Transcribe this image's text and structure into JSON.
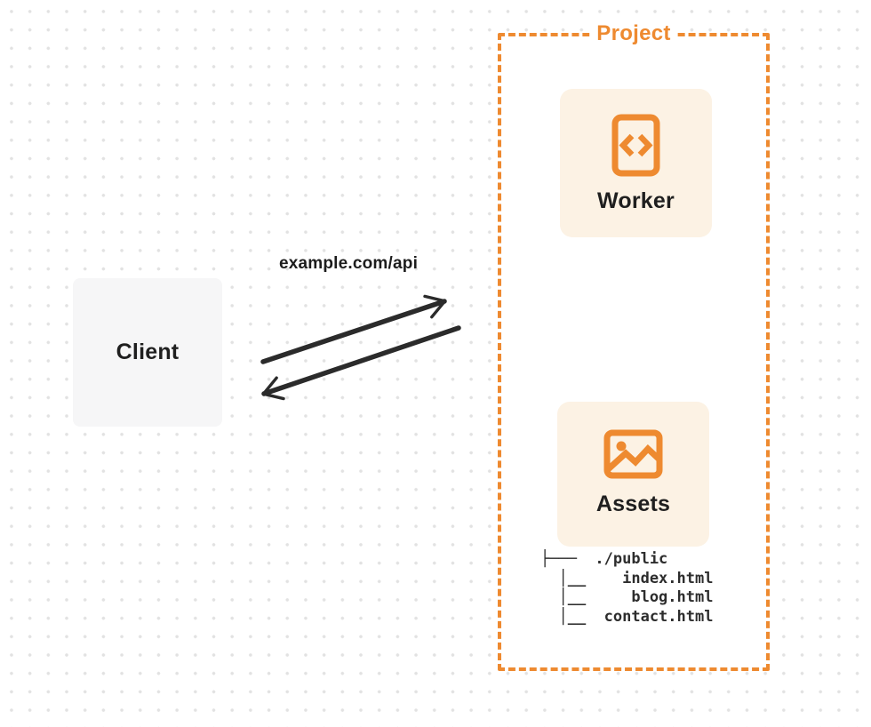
{
  "diagram": {
    "client": {
      "label": "Client"
    },
    "request": {
      "label": "example.com/api"
    },
    "project": {
      "title": "Project",
      "nodes": [
        {
          "label": "Worker",
          "icon": "code-file-icon"
        },
        {
          "label": "Assets",
          "icon": "image-icon"
        }
      ],
      "file_tree": {
        "lines": [
          "├───  ./public",
          "  │__    index.html",
          "  │__     blog.html",
          "  │__  contact.html"
        ]
      }
    },
    "colors": {
      "accent_orange": "#ee8a30",
      "card_cream": "#fcf2e4",
      "arrow_dark": "#2b2b2b",
      "client_gray": "#f6f6f7",
      "dot_gray": "#e2e2e2",
      "text_dark": "#1f1f1f"
    }
  }
}
